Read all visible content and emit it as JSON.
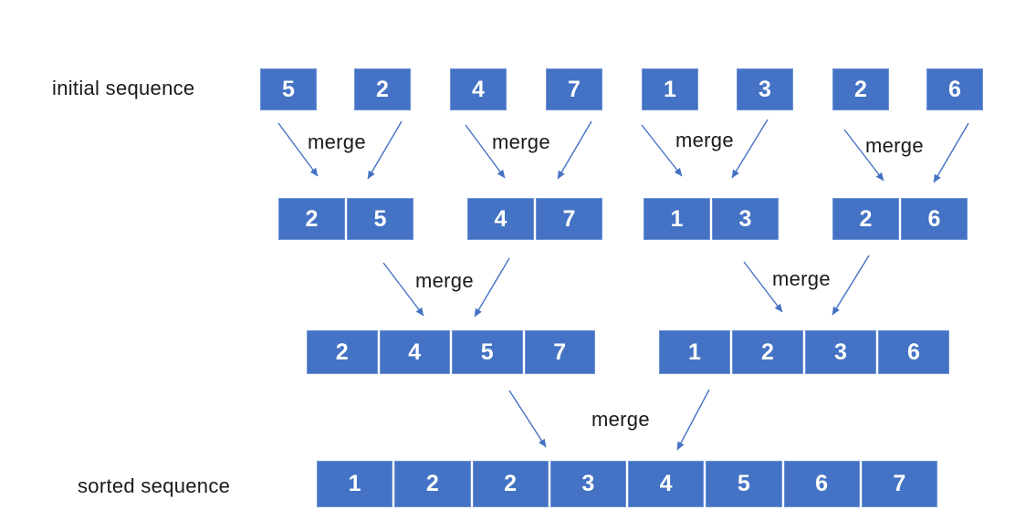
{
  "labels": {
    "initial_sequence": "initial sequence",
    "sorted_sequence": "sorted sequence",
    "merge": "merge"
  },
  "sequences": {
    "initial": [
      "5",
      "2",
      "4",
      "7",
      "1",
      "3",
      "2",
      "6"
    ],
    "level2": [
      [
        "2",
        "5"
      ],
      [
        "4",
        "7"
      ],
      [
        "1",
        "3"
      ],
      [
        "2",
        "6"
      ]
    ],
    "level3": [
      [
        "2",
        "4",
        "5",
        "7"
      ],
      [
        "1",
        "2",
        "3",
        "6"
      ]
    ],
    "sorted": [
      "1",
      "2",
      "2",
      "3",
      "4",
      "5",
      "6",
      "7"
    ]
  },
  "colors": {
    "box_fill": "#4472C4",
    "box_text": "#FFFFFF",
    "arrow": "#4472C4",
    "label_text": "#1A1A1A"
  }
}
